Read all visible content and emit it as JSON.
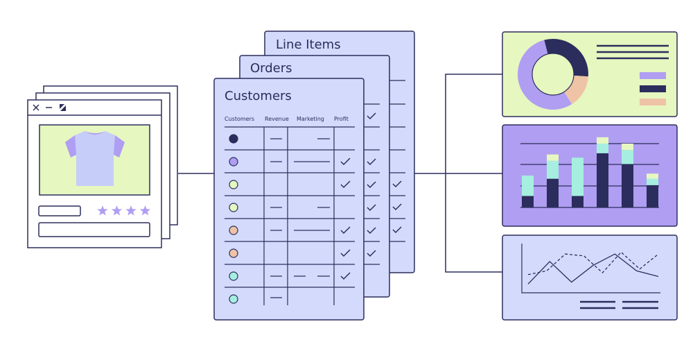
{
  "colors": {
    "ink": "#2b2d5c",
    "sheet": "#d3dafc",
    "lime": "#e6f7c0",
    "violet": "#b09ef2",
    "mint": "#a6efe0",
    "peach": "#eec3a6",
    "navy": "#2b2d5c",
    "white": "#ffffff"
  },
  "window": {
    "controls": [
      "close-icon",
      "minimize-icon",
      "resize-icon"
    ],
    "product_icon": "t-shirt-icon",
    "rating_stars": 4
  },
  "sheets": {
    "line_items": {
      "title": "Line Items"
    },
    "orders": {
      "title": "Orders"
    },
    "customers": {
      "title": "Customers",
      "columns": [
        "Customers",
        "Revenue",
        "Marketing",
        "Profit"
      ],
      "row_dot_colors": [
        "#2b2d5c",
        "#b09ef2",
        "#e6f7c0",
        "#e6f7c0",
        "#eec3a6",
        "#eec3a6",
        "#a6efe0",
        "#a6efe0"
      ]
    }
  },
  "charts": {
    "donut": {
      "type": "pie",
      "values": [
        55,
        30,
        15
      ]
    },
    "bars": {
      "type": "bar",
      "stacks": [
        [
          0.18,
          0.32,
          0.0
        ],
        [
          0.45,
          0.28,
          0.1
        ],
        [
          0.18,
          0.6,
          0.0
        ],
        [
          0.85,
          0.15,
          0.1
        ],
        [
          0.68,
          0.22,
          0.1
        ],
        [
          0.35,
          0.1,
          0.08
        ]
      ]
    },
    "lines": {
      "type": "line",
      "solid": [
        0.95,
        0.35,
        0.9,
        0.45,
        0.15,
        0.6,
        0.75
      ],
      "dashed": [
        0.7,
        0.6,
        0.15,
        0.2,
        0.65,
        0.1,
        0.55,
        0.15
      ]
    }
  }
}
